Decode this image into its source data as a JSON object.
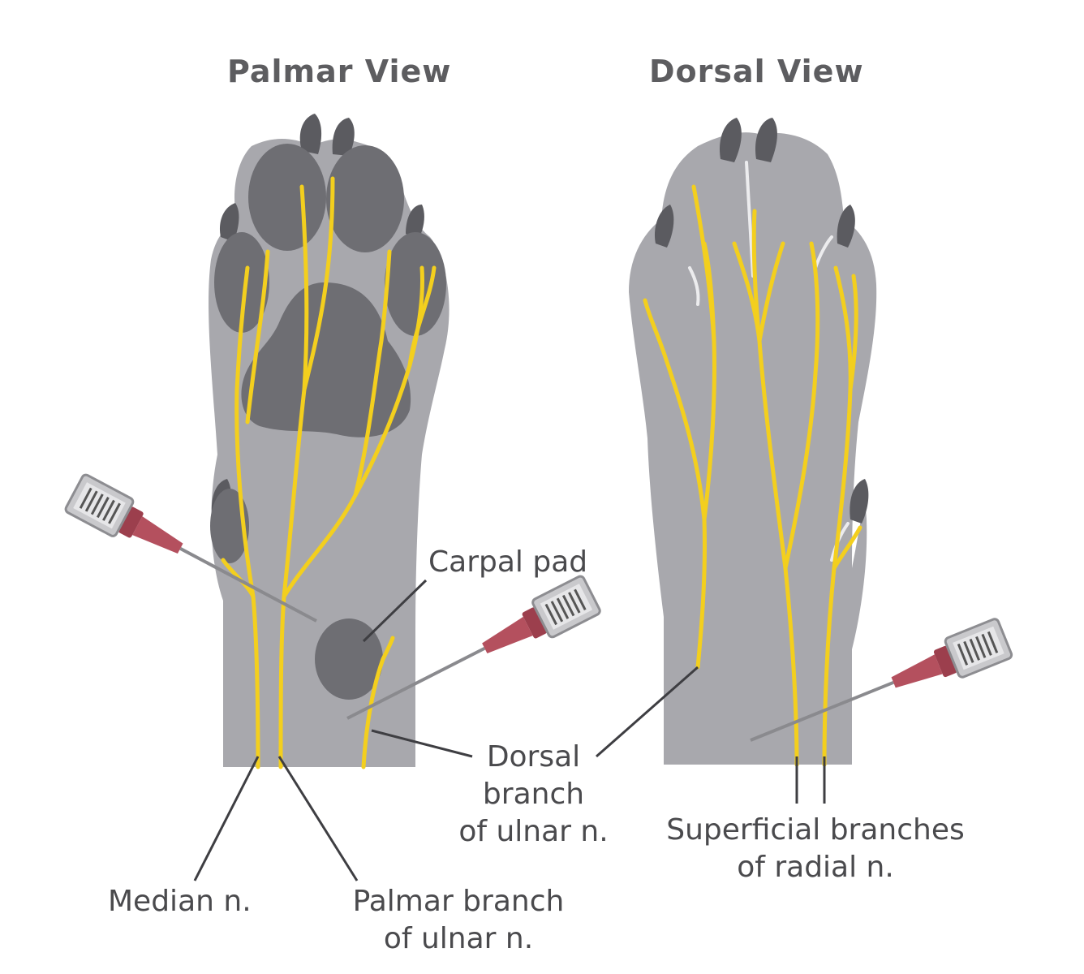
{
  "titles": {
    "palmar": "Palmar View",
    "dorsal": "Dorsal View"
  },
  "labels": {
    "carpal_pad": "Carpal pad",
    "dorsal_branch": [
      "Dorsal",
      "branch",
      "of ulnar n."
    ],
    "median": "Median n.",
    "palmar_branch": [
      "Palmar branch",
      "of ulnar n."
    ],
    "superficial": [
      "Superficial branches",
      "of radial n."
    ]
  },
  "colors": {
    "skin": "#a8a8ad",
    "pad": "#6e6e73",
    "claw": "#5b5b60",
    "nerve": "#f3cf1e",
    "needle_hub": "#b4505e",
    "label": "#4a4a4d"
  }
}
